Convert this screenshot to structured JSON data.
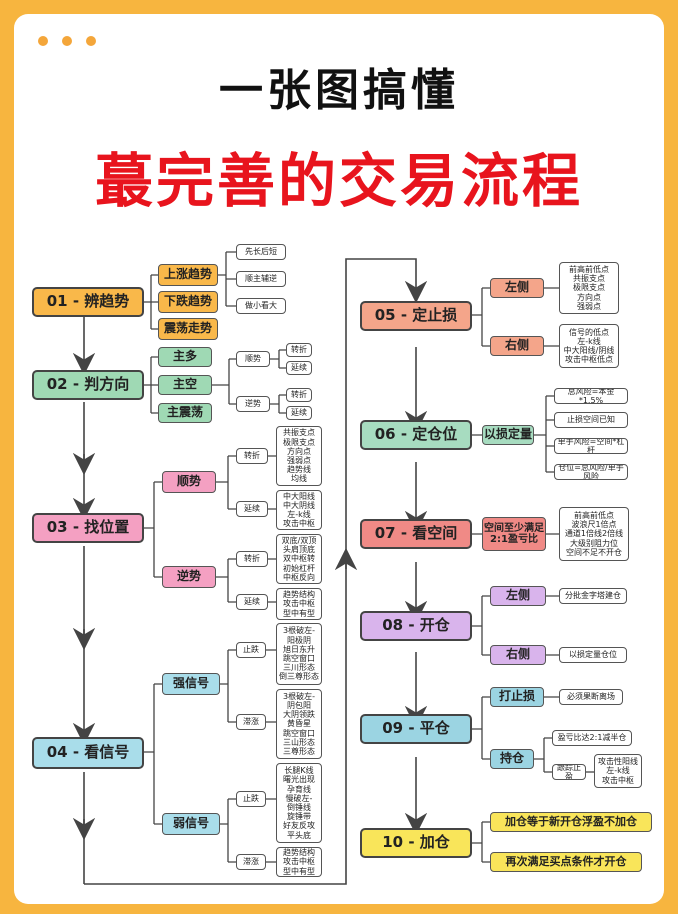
{
  "header": {
    "title_line1": "一张图搞懂",
    "title_line2": "蕞完善的交易流程"
  },
  "colors": {
    "background": "#f7b53f",
    "title_red": "#e8141d"
  },
  "steps": {
    "s01": {
      "label": "01 - 辨趋势",
      "options": [
        "上涨趋势",
        "下跌趋势",
        "震荡走势"
      ],
      "notes": [
        "先长后短",
        "顺主辅逆",
        "做小看大"
      ]
    },
    "s02": {
      "label": "02 - 判方向",
      "options": [
        "主多",
        "主空",
        "主震荡"
      ],
      "branches": [
        "顺势",
        "逆势"
      ],
      "leaves": [
        "转折",
        "延续",
        "转折",
        "延续"
      ]
    },
    "s03": {
      "label": "03 - 找位置",
      "options": [
        "顺势",
        "逆势"
      ],
      "branches": [
        "转折",
        "延续",
        "转折",
        "延续"
      ],
      "leaves": [
        [
          "共振支点",
          "极限支点",
          "方向点",
          "强弱点",
          "趋势线",
          "均线"
        ],
        [
          "中大阳线",
          "中大阴线",
          "左-k线",
          "攻击中枢"
        ],
        [
          "双底/双顶",
          "头肩顶底",
          "双中枢转",
          "初始杠杆",
          "中枢反向"
        ],
        [
          "趋势结构",
          "攻击中枢",
          "型中有型"
        ]
      ]
    },
    "s04": {
      "label": "04 - 看信号",
      "options": [
        "强信号",
        "弱信号"
      ],
      "branches": [
        "止跌",
        "滞涨",
        "止跌",
        "滞涨"
      ],
      "leaves": [
        [
          "3根破左-",
          "阳极阴",
          "旭日东升",
          "跳空窗口",
          "三川形态",
          "倒三尊形态"
        ],
        [
          "3根破左-",
          "阴包阳",
          "大阴领跌",
          "黄昏星",
          "跳空窗口",
          "三山形态",
          "三尊形态"
        ],
        [
          "长腿K线",
          "曙光出现",
          "孕育线",
          "慢破左-",
          "倒锤线",
          "旋锤带",
          "好友反攻",
          "平头底"
        ],
        [
          "趋势结构",
          "攻击中枢",
          "型中有型"
        ]
      ]
    },
    "s05": {
      "label": "05 - 定止损",
      "options": [
        "左侧",
        "右侧"
      ],
      "leaves": [
        [
          "前高前低点",
          "共振支点",
          "极限支点",
          "方向点",
          "强弱点"
        ],
        [
          "信号的低点",
          "左-k线",
          "中大阳线/阴线",
          "攻击中枢低点"
        ]
      ]
    },
    "s06": {
      "label": "06 - 定仓位",
      "option": "以损定量",
      "notes": [
        "总风险=本金*1.5%",
        "止损空间已知",
        "单手风险=空间*杠杆",
        "仓位=总风险/单手风险"
      ]
    },
    "s07": {
      "label": "07 - 看空间",
      "option_line1": "空间至少满足",
      "option_line2": "2:1盈亏比",
      "leaves": [
        "前高前低点",
        "波浪尺1倍点",
        "通道1倍线2倍线",
        "大级别阻力位",
        "空间不足不开仓"
      ]
    },
    "s08": {
      "label": "08 - 开仓",
      "options": [
        "左侧",
        "右侧"
      ],
      "notes": [
        "分批金字塔建仓",
        "以损定量仓位"
      ]
    },
    "s09": {
      "label": "09 - 平仓",
      "options": [
        "打止损",
        "持仓"
      ],
      "notes": [
        "必须果断离场",
        "盈亏比达2:1减半仓",
        "跟踪止盈"
      ],
      "leaves": [
        "攻击性阳线",
        "左-k线",
        "攻击中枢"
      ]
    },
    "s10": {
      "label": "10 - 加仓",
      "options": [
        "加仓等于新开仓浮盈不加仓",
        "再次满足买点条件才开仓"
      ]
    }
  }
}
